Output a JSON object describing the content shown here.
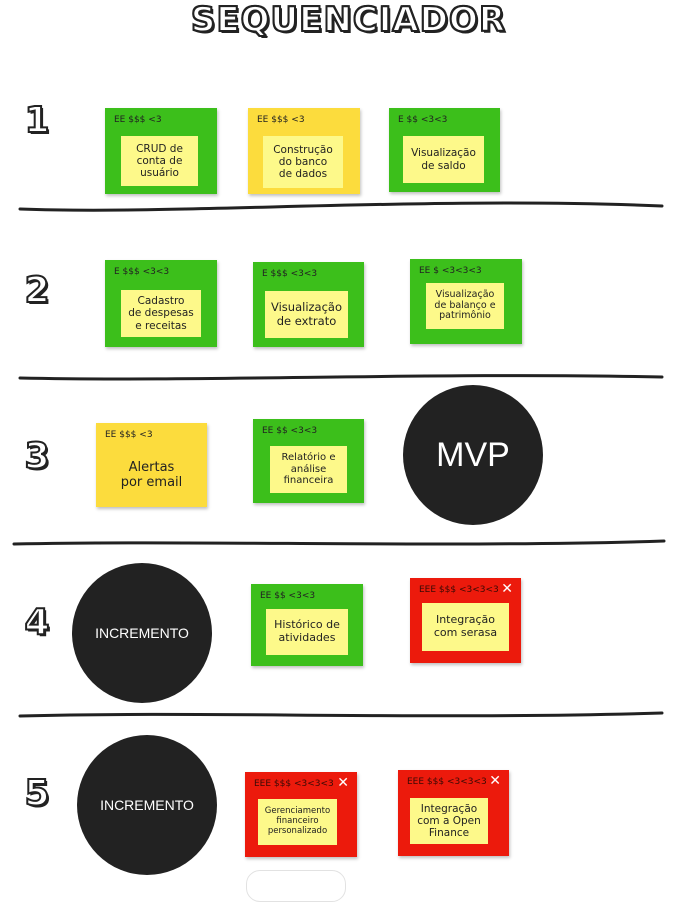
{
  "title": "SEQUENCIADOR",
  "rows": {
    "r1": {
      "number": "1"
    },
    "r2": {
      "number": "2"
    },
    "r3": {
      "number": "3"
    },
    "r4": {
      "number": "4"
    },
    "r5": {
      "number": "5"
    }
  },
  "notes": {
    "crud": {
      "tag": "EE $$$ <3",
      "text": "CRUD de\nconta de\nusuário",
      "color": "green"
    },
    "banco": {
      "tag": "EE $$$ <3",
      "text": "Construção\ndo banco\nde dados",
      "color": "yellow"
    },
    "saldo": {
      "tag": "E $$ <3<3",
      "text": "Visualização\nde saldo",
      "color": "green"
    },
    "cadastro": {
      "tag": "E $$$ <3<3",
      "text": "Cadastro\nde despesas\ne receitas",
      "color": "green"
    },
    "extrato": {
      "tag": "E $$$ <3<3",
      "text": "Visualização\nde extrato",
      "color": "green"
    },
    "balanco": {
      "tag": "EE $ <3<3<3",
      "text": "Visualização\nde balanço e\npatrimônio",
      "color": "green"
    },
    "alertas": {
      "tag": "EE $$$ <3",
      "text": "Alertas\npor email",
      "color": "yellow"
    },
    "relatorio": {
      "tag": "EE $$ <3<3",
      "text": "Relatório e\nanálise\nfinanceira",
      "color": "green"
    },
    "historico": {
      "tag": "EE $$ <3<3",
      "text": "Histórico de\natividades",
      "color": "green"
    },
    "serasa": {
      "tag": "EEE $$$ <3<3<3",
      "text": "Integração\ncom serasa",
      "color": "red",
      "close": "✕"
    },
    "gerenciamento": {
      "tag": "EEE $$$ <3<3<3",
      "text": "Gerenciamento\nfinanceiro\npersonalizado",
      "color": "red",
      "close": "✕"
    },
    "openfinance": {
      "tag": "EEE $$$ <3<3<3",
      "text": "Integração\ncom a Open\nFinance",
      "color": "red",
      "close": "✕"
    }
  },
  "circles": {
    "mvp": {
      "label": "MVP"
    },
    "incremento4": {
      "label": "INCREMENTO"
    },
    "incremento5": {
      "label": "INCREMENTO"
    }
  },
  "colors": {
    "green": "#3cbf1b",
    "yellow": "#fcdc3d",
    "red": "#ec1a0c",
    "inner": "#fdf98a",
    "circle": "#222222"
  }
}
